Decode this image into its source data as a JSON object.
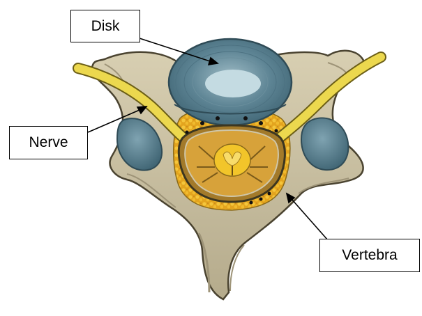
{
  "labels": {
    "disk": "Disk",
    "nerve": "Nerve",
    "vertebra": "Vertebra"
  },
  "colors": {
    "bone": "#cfc6a8",
    "bone_shadow": "#9e9478",
    "bone_outline": "#4a4330",
    "disk": "#5d8494",
    "disk_center": "#b9d4dc",
    "nerve": "#e8d44a",
    "fat": "#e2a21c",
    "cord": "#f2c52a"
  }
}
